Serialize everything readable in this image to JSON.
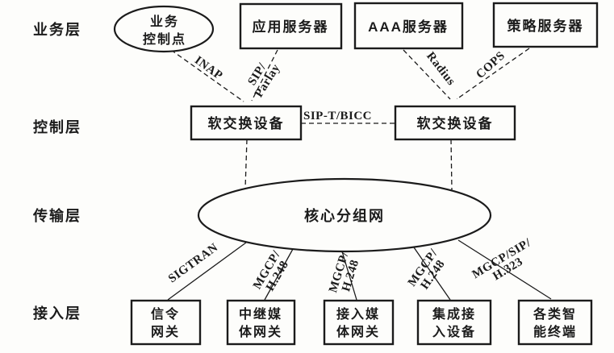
{
  "title": "softswitch-layered-architecture-diagram",
  "colors": {
    "ink": "#1b1b1b",
    "background": "#fdfdfb"
  },
  "layers": {
    "service": "业务层",
    "control": "控制层",
    "transport": "传输层",
    "access": "接入层"
  },
  "service_layer": {
    "scp": {
      "line1": "业务",
      "line2": "控制点"
    },
    "app_server": "应用服务器",
    "aaa_server": "AAA服务器",
    "policy_server": "策略服务器"
  },
  "control_layer": {
    "softswitch_left": "软交换设备",
    "softswitch_right": "软交换设备",
    "interconnect": "SIP-T/BICC"
  },
  "transport_layer": {
    "core_network": "核心分组网"
  },
  "access_layer": {
    "gateways": [
      {
        "line1": "信令",
        "line2": "网关"
      },
      {
        "line1": "中继媒",
        "line2": "体网关"
      },
      {
        "line1": "接入媒",
        "line2": "体网关"
      },
      {
        "line1": "集成接",
        "line2": "入设备"
      },
      {
        "line1": "各类智",
        "line2": "能终端"
      }
    ]
  },
  "protocols": {
    "inap": "INAP",
    "sip_parlay": {
      "line1": "SIP/",
      "line2": "Parlay"
    },
    "radius": "Radius",
    "cops": "COPS",
    "sigtran": "SIGTRAN",
    "mgcp_h248_trunk": {
      "line1": "MGCP/",
      "line2": "H.248"
    },
    "mgcp_h248_access": {
      "line1": "MGCP/",
      "line2": "H.248"
    },
    "mgcp_h248_iad": {
      "line1": "MGCP/",
      "line2": "H.248"
    },
    "mgcp_sip_h323": {
      "line1": "MGCP/SIP/",
      "line2": "H.323"
    }
  }
}
